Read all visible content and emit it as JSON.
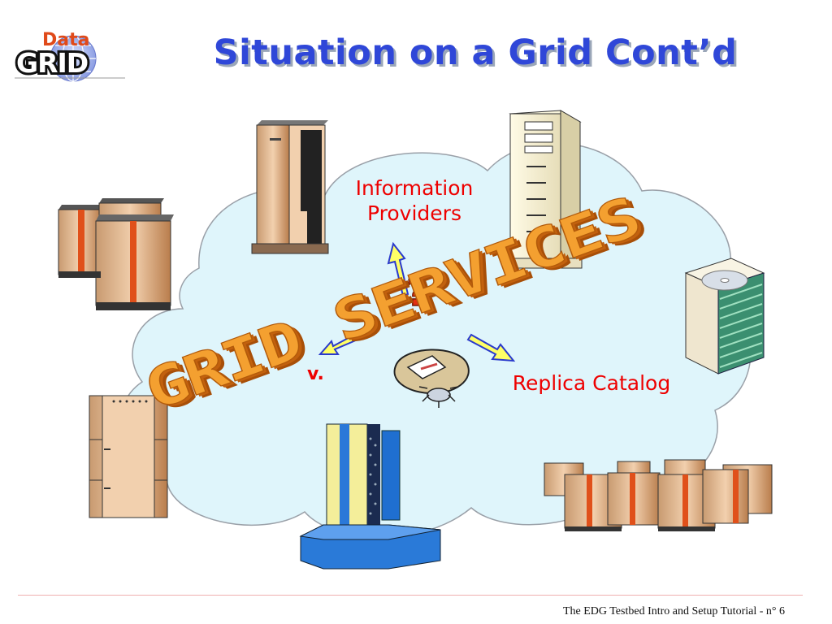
{
  "header": {
    "title": "Situation on a Grid Cont’d",
    "logo_top": "Data",
    "logo_bottom": "GRID"
  },
  "diagram": {
    "labels": {
      "information_providers": [
        "Information",
        "Providers"
      ],
      "replica_catalog": "Replica Catalog",
      "resource_broker_fragment": "v.",
      "question_mark": "?",
      "grid_services_art": "GRID SERVICES"
    },
    "colors": {
      "title_blue": "#2f47d8",
      "label_red": "#ee0000",
      "cloud_fill": "#dff5fb",
      "cloud_stroke": "#9aa0a8",
      "arrow_fill": "#ffff66",
      "arrow_stroke": "#2a3acc",
      "wordart_orange": "#f08018",
      "wordart_shadow": "#a84f08"
    }
  },
  "footer": {
    "text": "The EDG Testbed Intro and Setup Tutorial - n° 6"
  }
}
